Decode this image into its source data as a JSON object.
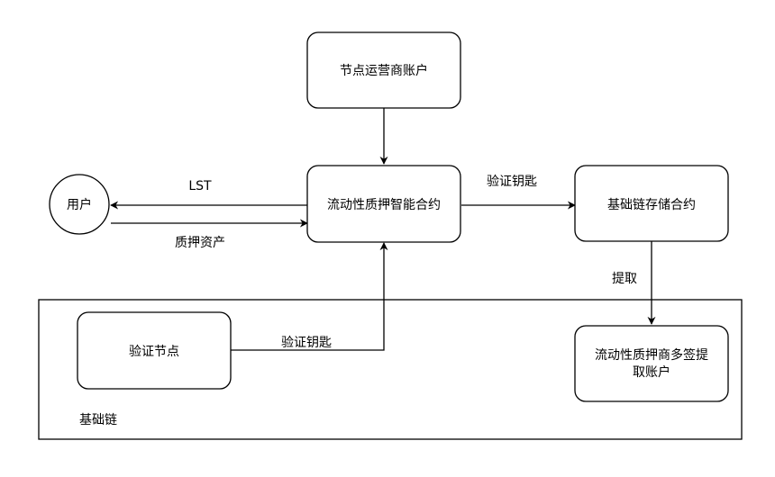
{
  "nodes": {
    "operator_account": "节点运营商账户",
    "user": "用户",
    "liquid_staking_contract": "流动性质押智能合约",
    "base_chain_storage_contract": "基础链存储合约",
    "validator_node": "验证节点",
    "multisig_line1": "流动性质押商多签提",
    "multisig_line2": "取账户",
    "base_chain_container": "基础链"
  },
  "edges": {
    "lst": "LST",
    "staked_assets": "质押资产",
    "verify_key_top": "验证钥匙",
    "withdraw": "提取",
    "verify_key_bottom": "验证钥匙"
  }
}
